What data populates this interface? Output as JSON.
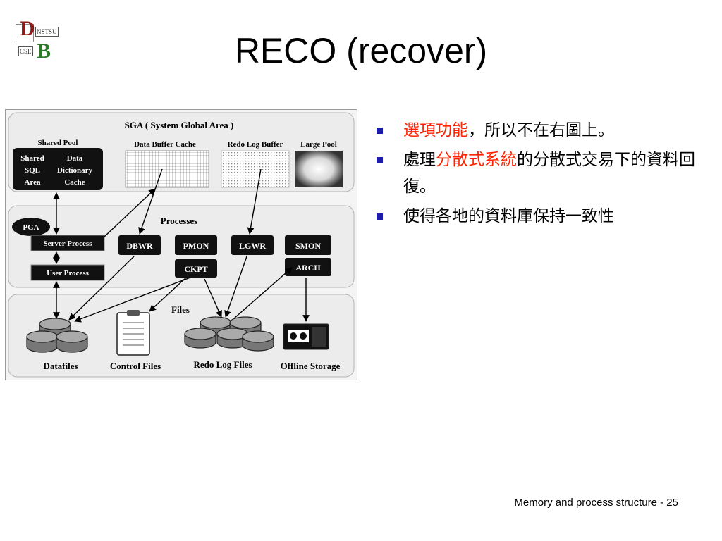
{
  "logo": {
    "letter_top": "D",
    "letter_bottom": "B",
    "tag_top": "NSTSU",
    "tag_bottom": "CSE"
  },
  "title": "RECO (recover)",
  "diagram": {
    "sga_label": "SGA ( System Global Area )",
    "shared_pool": "Shared Pool",
    "shared_sql_1": "Shared",
    "shared_sql_2": "SQL",
    "shared_sql_3": "Area",
    "data_dict_1": "Data",
    "data_dict_2": "Dictionary",
    "data_dict_3": "Cache",
    "data_buffer_cache": "Data Buffer Cache",
    "redo_log_buffer": "Redo Log Buffer",
    "large_pool": "Large Pool",
    "processes_label": "Processes",
    "pga": "PGA",
    "server_process": "Server Process",
    "user_process": "User Process",
    "dbwr": "DBWR",
    "pmon": "PMON",
    "lgwr": "LGWR",
    "smon": "SMON",
    "ckpt": "CKPT",
    "arch": "ARCH",
    "files_label": "Files",
    "datafiles": "Datafiles",
    "control_files": "Control Files",
    "redo_log_files": "Redo Log Files",
    "offline_storage": "Offline Storage"
  },
  "bullets": [
    {
      "hl": "選項功能",
      "after": "，所以不在右圖上。"
    },
    {
      "before": "處理",
      "hl": "分散式系統",
      "after": "的分散式交易下的資料回復。"
    },
    {
      "text": "使得各地的資料庫保持一致性"
    }
  ],
  "footer": "Memory and process structure - 25",
  "colors": {
    "highlight": "#ff2200",
    "bullet": "#1c1ca8"
  }
}
